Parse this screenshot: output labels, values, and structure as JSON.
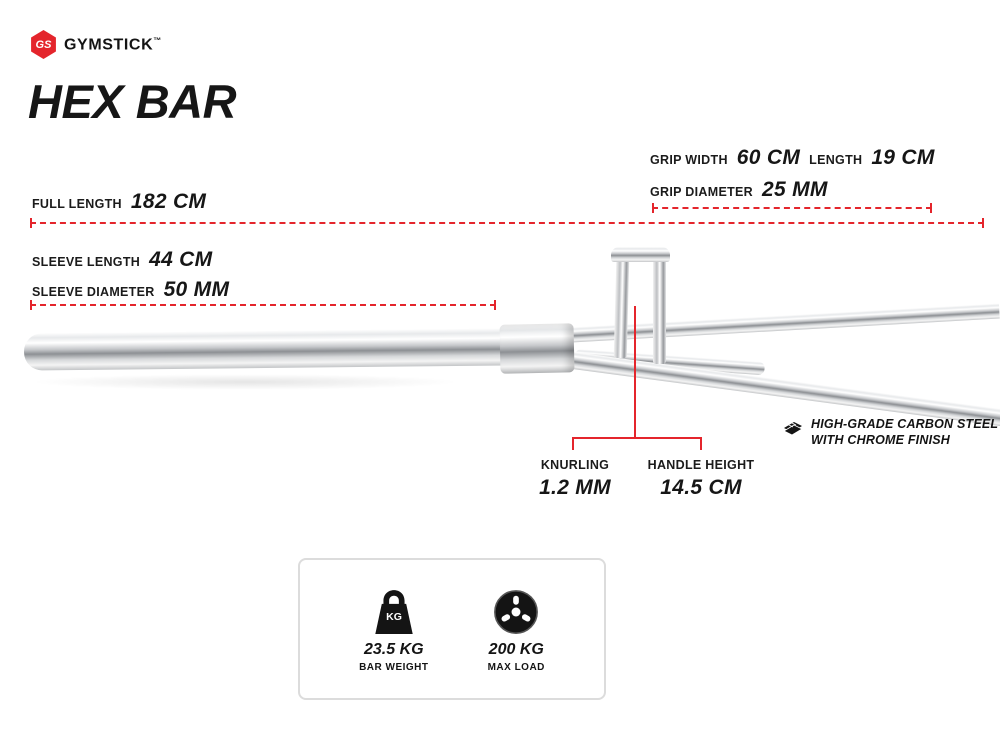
{
  "brand": {
    "abbr": "GS",
    "name": "GYMSTICK",
    "trademark": "™"
  },
  "title": "HEX BAR",
  "colors": {
    "accent": "#e4252c",
    "text": "#1b1b1b",
    "box_border": "#dcdcdc"
  },
  "measurements": {
    "full_length": {
      "label": "FULL LENGTH",
      "value": "182 CM"
    },
    "sleeve_length": {
      "label": "SLEEVE LENGTH",
      "value": "44 CM"
    },
    "sleeve_diameter": {
      "label": "SLEEVE DIAMETER",
      "value": "50 MM"
    },
    "grip_width": {
      "label": "GRIP WIDTH",
      "value": "60 CM"
    },
    "grip_length": {
      "label": "LENGTH",
      "value": "19 CM"
    },
    "grip_diameter": {
      "label": "GRIP DIAMETER",
      "value": "25 MM"
    },
    "knurling": {
      "label": "KNURLING",
      "value": "1.2 MM"
    },
    "handle_height": {
      "label": "HANDLE HEIGHT",
      "value": "14.5 CM"
    }
  },
  "material_note": {
    "line1": "HIGH-GRADE CARBON STEEL",
    "line2": "WITH CHROME FINISH"
  },
  "specs": {
    "kg_badge": "KG",
    "bar_weight": {
      "value": "23.5 KG",
      "label": "BAR WEIGHT",
      "icon": "kg-weight-icon"
    },
    "max_load": {
      "value": "200 KG",
      "label": "MAX LOAD",
      "icon": "weight-plate-icon"
    }
  }
}
